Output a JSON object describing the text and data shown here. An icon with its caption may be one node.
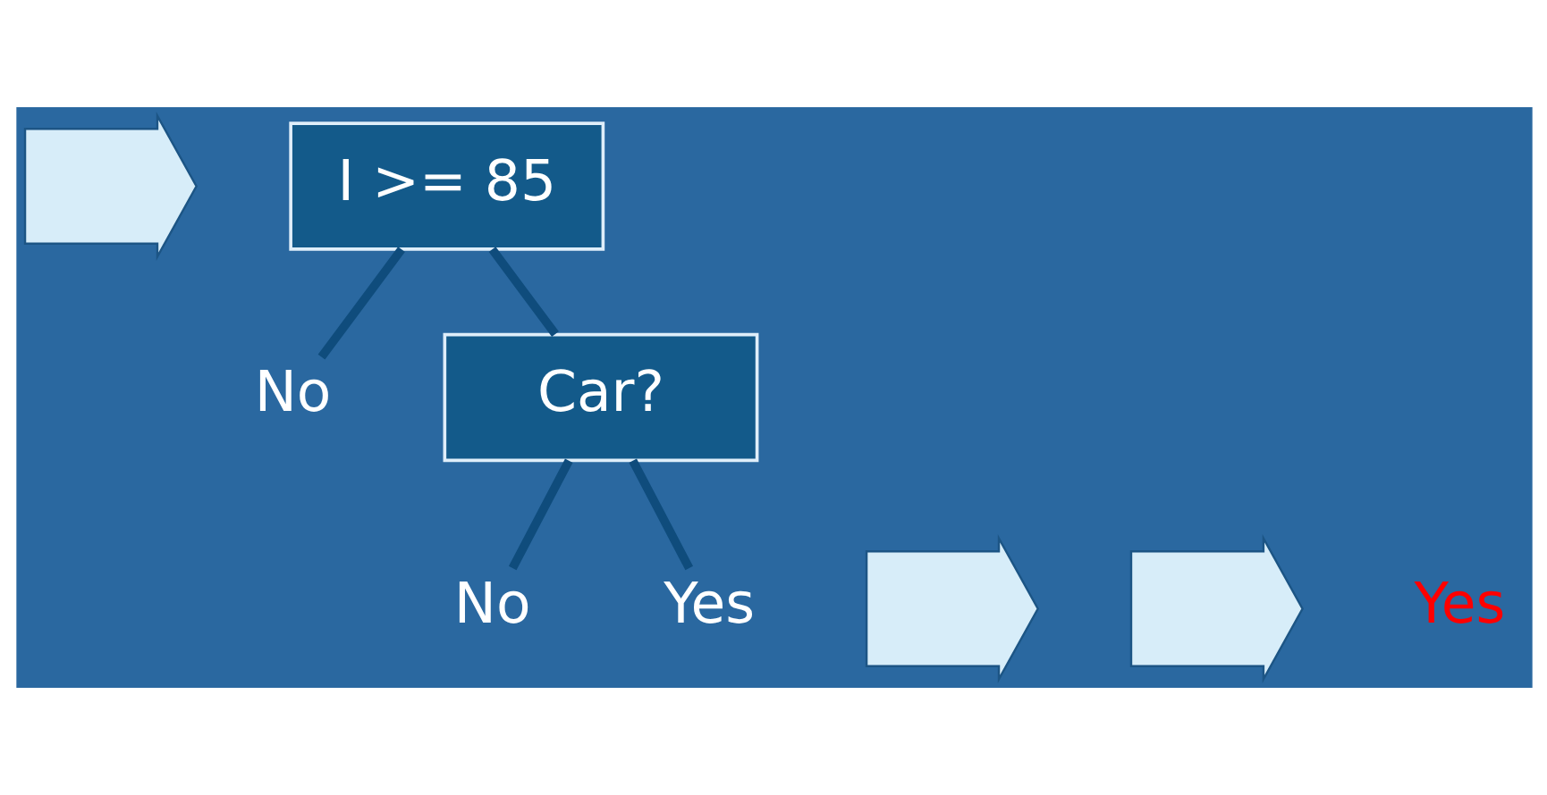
{
  "diagram": {
    "nodes": [
      {
        "text": [],
        "shape": "arrow"
      },
      {
        "text": [
          "I >= 85"
        ]
      },
      {
        "text": [
          "No"
        ]
      },
      {
        "text": [
          "Car?"
        ]
      },
      {
        "text": [
          "No"
        ]
      },
      {
        "text": [
          "Yes"
        ]
      },
      {
        "text": [],
        "shape": "arrow"
      },
      {
        "text": [],
        "shape": "arrow"
      },
      {
        "text": [
          "Yes"
        ]
      }
    ],
    "edges": [
      {
        "from": 1,
        "to": 2,
        "arrow": "none"
      },
      {
        "from": 1,
        "to": 3,
        "arrow": "none"
      },
      {
        "from": 3,
        "to": 4,
        "arrow": "none"
      },
      {
        "from": 3,
        "to": 5,
        "arrow": "none"
      }
    ]
  }
}
